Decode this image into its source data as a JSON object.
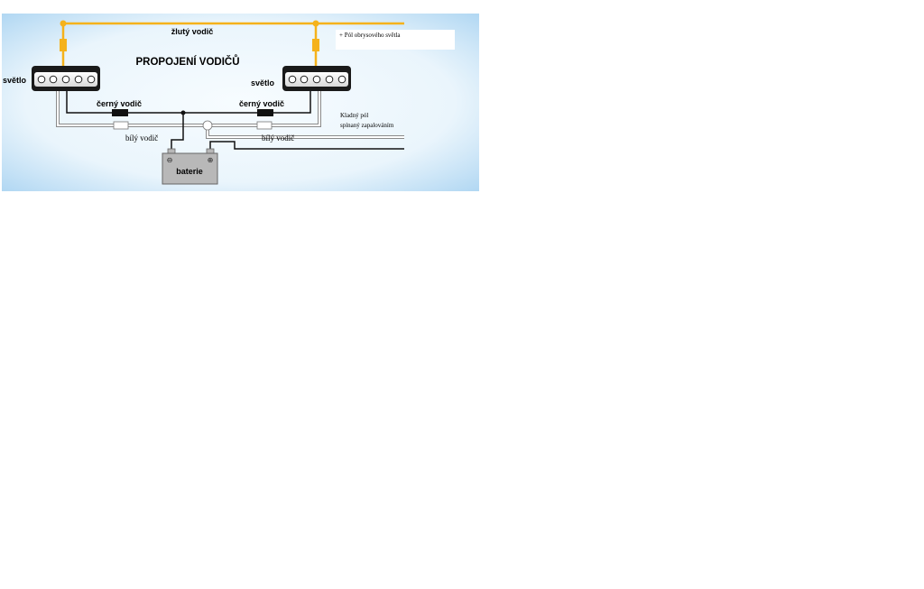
{
  "diagram": {
    "title": "PROPOJENÍ VODIČŮ",
    "labels": {
      "yellow_wire": "žlutý vodič",
      "light_left": "světlo",
      "light_right": "světlo",
      "black_wire_left": "černý vodič",
      "black_wire_right": "černý vodič",
      "white_wire_left": "bílý vodič",
      "white_wire_right": "bílý vodič",
      "battery": "baterie",
      "battery_minus": "⊖",
      "battery_plus": "⊕",
      "outline_light_positive": "+ Pól obrysového světla",
      "ignition_positive_line1": "Kladný pól",
      "ignition_positive_line2": "spínaný zapalováním"
    },
    "colors": {
      "yellow_wire": "#f5b21b",
      "black_wire": "#111111",
      "white_wire": "#ffffff",
      "battery_fill": "#b8b8b8",
      "background_light": "#f4fbff",
      "background_edge": "#a9d3f2"
    }
  }
}
